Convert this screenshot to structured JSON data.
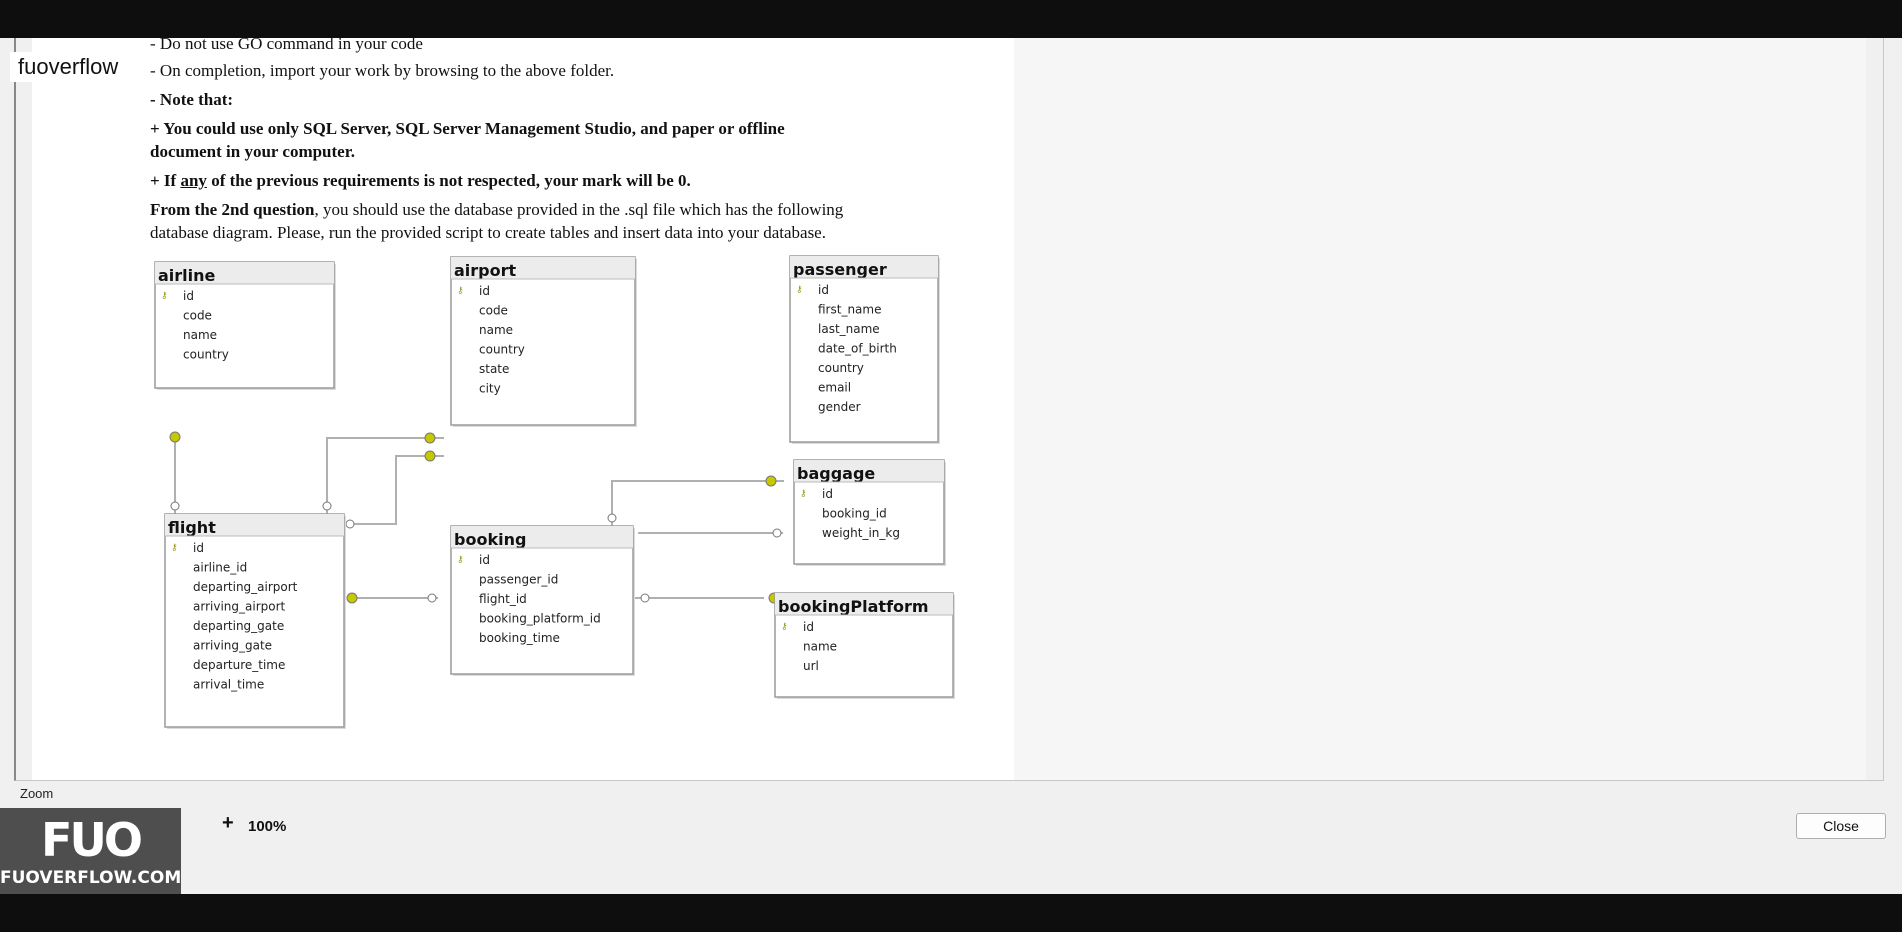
{
  "watermark": {
    "site": "fuoverflow"
  },
  "document": {
    "lines": [
      "- Do not use GO command in your code",
      "- On completion, import your work by browsing to the above folder.",
      "- Note that:",
      "+ You could use only SQL Server, SQL Server Management Studio, and paper or offline",
      "document in your computer.",
      "+ If ",
      "any",
      " of the previous requirements is not respected, your mark will be 0.",
      "From the 2nd question",
      ", you should use the database provided in the .sql file which has the following",
      "database diagram. Please, run the provided script to create tables and insert data into your database."
    ]
  },
  "diagram": {
    "tables": [
      {
        "name": "airline",
        "columns": [
          "id",
          "code",
          "name",
          "country"
        ]
      },
      {
        "name": "airport",
        "columns": [
          "id",
          "code",
          "name",
          "country",
          "state",
          "city"
        ]
      },
      {
        "name": "passenger",
        "columns": [
          "id",
          "first_name",
          "last_name",
          "date_of_birth",
          "country",
          "email",
          "gender"
        ]
      },
      {
        "name": "baggage",
        "columns": [
          "id",
          "booking_id",
          "weight_in_kg"
        ]
      },
      {
        "name": "flight",
        "columns": [
          "id",
          "airline_id",
          "departing_airport",
          "arriving_airport",
          "departing_gate",
          "arriving_gate",
          "departure_time",
          "arrival_time"
        ]
      },
      {
        "name": "booking",
        "columns": [
          "id",
          "passenger_id",
          "flight_id",
          "booking_platform_id",
          "booking_time"
        ]
      },
      {
        "name": "bookingPlatform",
        "columns": [
          "id",
          "name",
          "url"
        ]
      }
    ]
  },
  "viewer": {
    "zoom_label": "Zoom",
    "zoom_minus": "-",
    "zoom_plus": "+",
    "zoom_value": "100%",
    "close_label": "Close"
  },
  "logo": {
    "mark": "FUO",
    "text": "FUOVERFLOW.COM"
  },
  "colors": {
    "key": "#c8c800",
    "relation": "#b0b0b0",
    "table_border": "#9a9a9a"
  }
}
